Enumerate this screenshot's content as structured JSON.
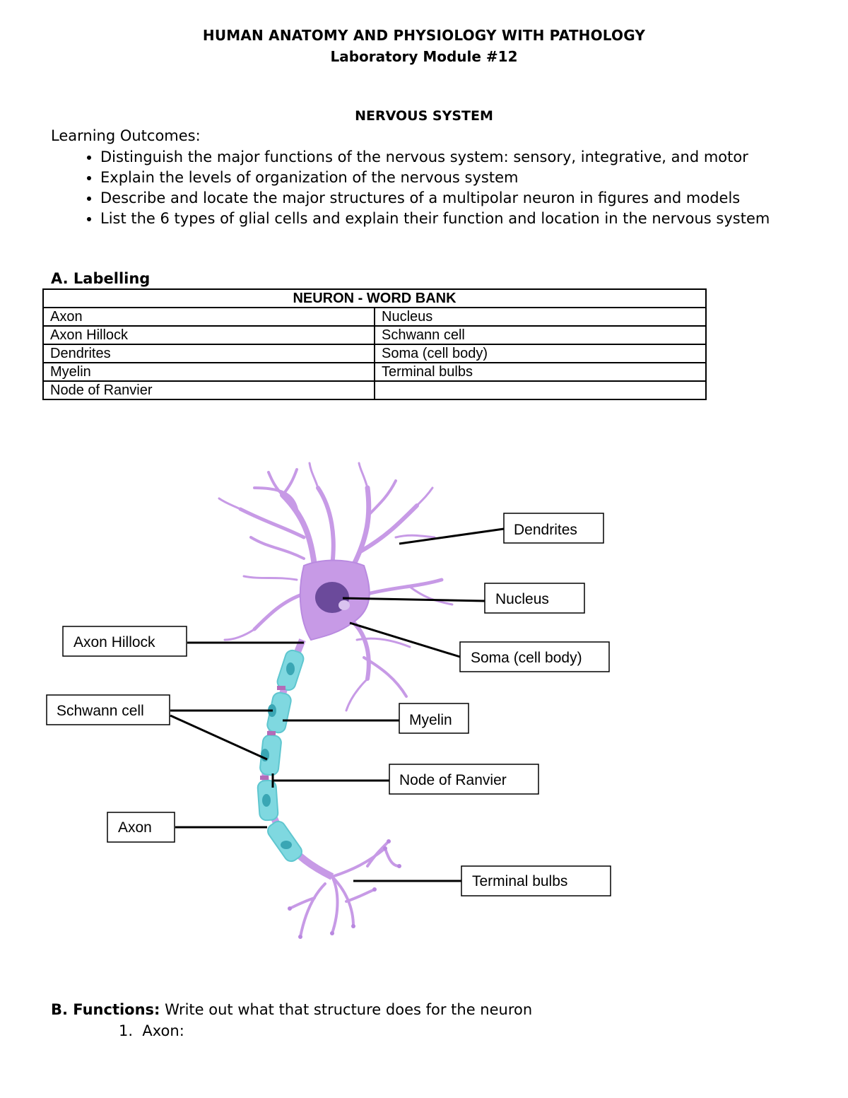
{
  "header": {
    "course_title": "HUMAN ANATOMY AND PHYSIOLOGY WITH PATHOLOGY",
    "module": "Laboratory Module #12",
    "topic": "NERVOUS SYSTEM"
  },
  "outcomes": {
    "label": "Learning Outcomes:",
    "items": [
      "Distinguish the major functions of the nervous system: sensory, integrative, and motor",
      "Explain the levels of organization of the nervous system",
      "Describe and locate the major structures of a multipolar neuron in figures and models",
      "List the 6 types of glial cells and explain their function and location in the nervous system"
    ]
  },
  "section_a": {
    "title": "A. Labelling",
    "word_bank_title": "NEURON - WORD BANK",
    "rows": [
      [
        "Axon",
        "Nucleus"
      ],
      [
        "Axon Hillock",
        "Schwann cell"
      ],
      [
        "Dendrites",
        "Soma (cell body)"
      ],
      [
        "Myelin",
        "Terminal bulbs"
      ],
      [
        "Node of Ranvier",
        ""
      ]
    ]
  },
  "diagram": {
    "labels": {
      "dendrites": "Dendrites",
      "nucleus": "Nucleus",
      "soma": "Soma (cell body)",
      "axon_hillock": "Axon Hillock",
      "schwann_cell": "Schwann cell",
      "myelin": "Myelin",
      "node_of_ranvier": "Node of Ranvier",
      "axon": "Axon",
      "terminal_bulbs": "Terminal bulbs"
    },
    "colors": {
      "neuron": "#c79ae6",
      "neuron_dark": "#a974d3",
      "nucleus": "#6b4a9b",
      "myelin": "#7fd8e0",
      "node": "#b36bb8"
    }
  },
  "section_b": {
    "title": "B. Functions:",
    "instruction": " Write out what that structure does for the neuron",
    "q1_number": "1.",
    "q1_label": "Axon:"
  }
}
